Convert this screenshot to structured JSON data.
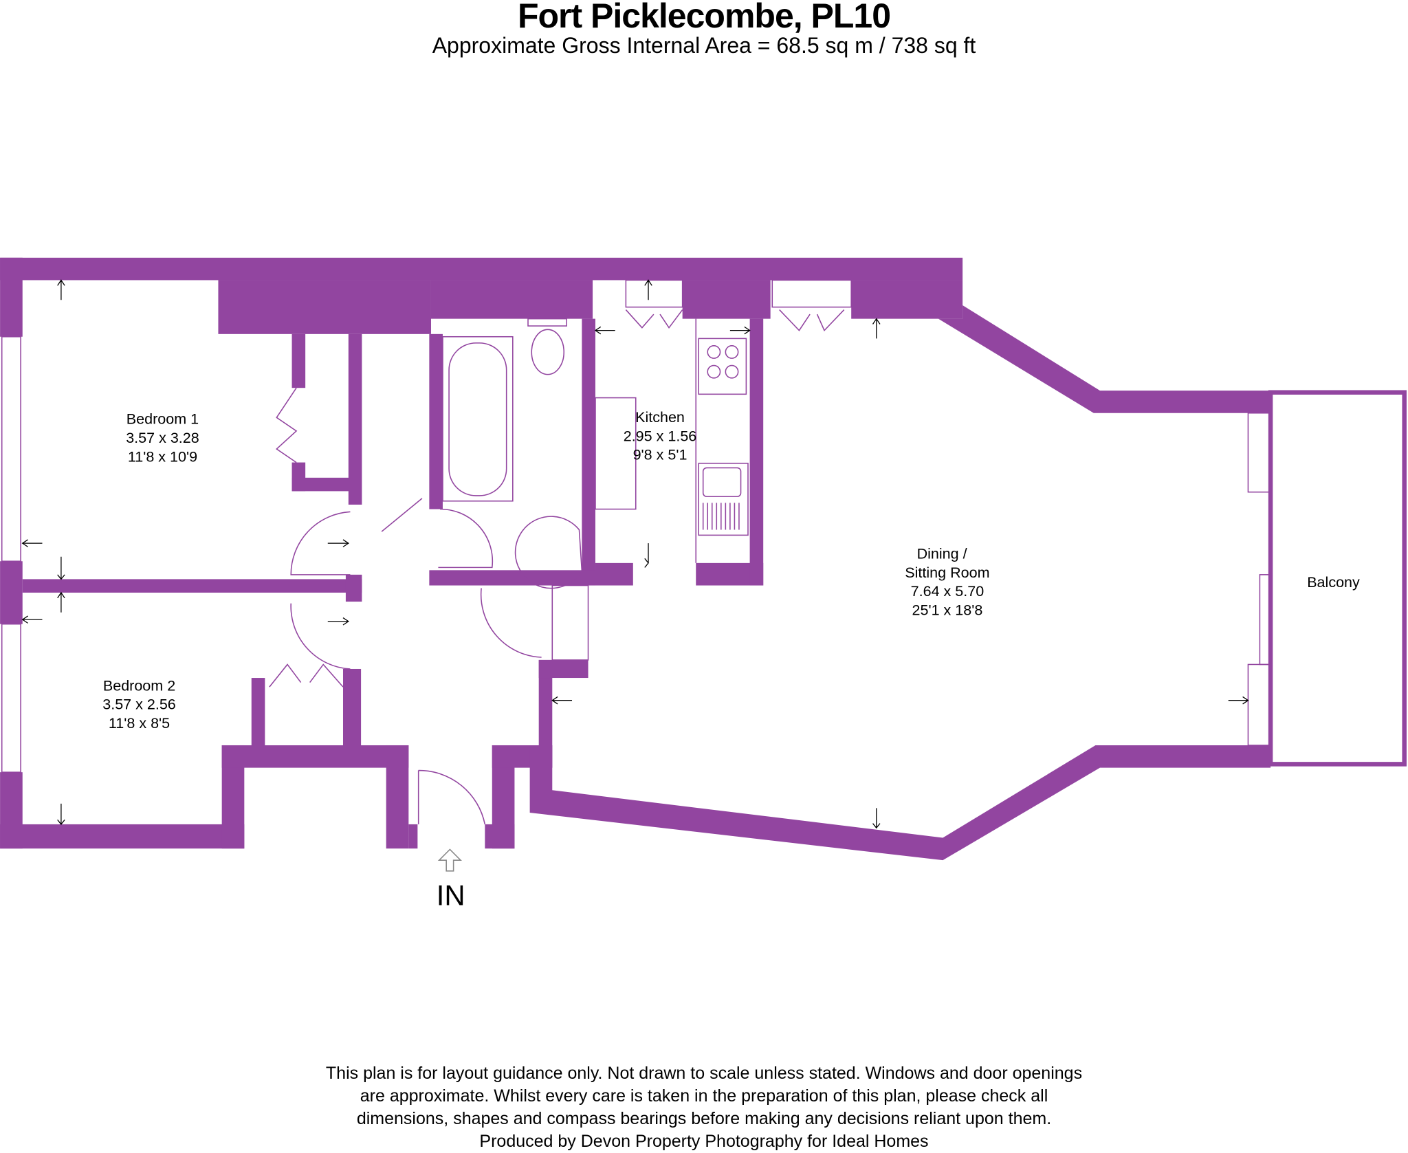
{
  "header": {
    "title": "Fort Picklecombe, PL10",
    "subtitle": "Approximate Gross Internal Area = 68.5 sq m / 738 sq ft"
  },
  "rooms": [
    {
      "name": "Bedroom 1",
      "metric": "3.57 x 3.28",
      "imperial": "11'8 x 10'9"
    },
    {
      "name": "Bedroom 2",
      "metric": "3.57 x 2.56",
      "imperial": "11'8 x 8'5"
    },
    {
      "name": "Kitchen",
      "metric": "2.95 x 1.56",
      "imperial": "9'8 x 5'1"
    },
    {
      "name": "Dining /",
      "name2": "Sitting Room",
      "metric": "7.64 x 5.70",
      "imperial": "25'1 x 18'8"
    },
    {
      "name": "Balcony"
    }
  ],
  "entrance_label": "IN",
  "wall_color": "#9245A0",
  "disclaimer": [
    "This plan is for layout guidance only. Not drawn to scale unless stated. Windows and door openings",
    "are approximate. Whilst every care is taken in the preparation of this plan, please check all",
    "dimensions, shapes and compass bearings before making any decisions reliant upon them.",
    "Produced by Devon Property Photography for Ideal Homes"
  ]
}
